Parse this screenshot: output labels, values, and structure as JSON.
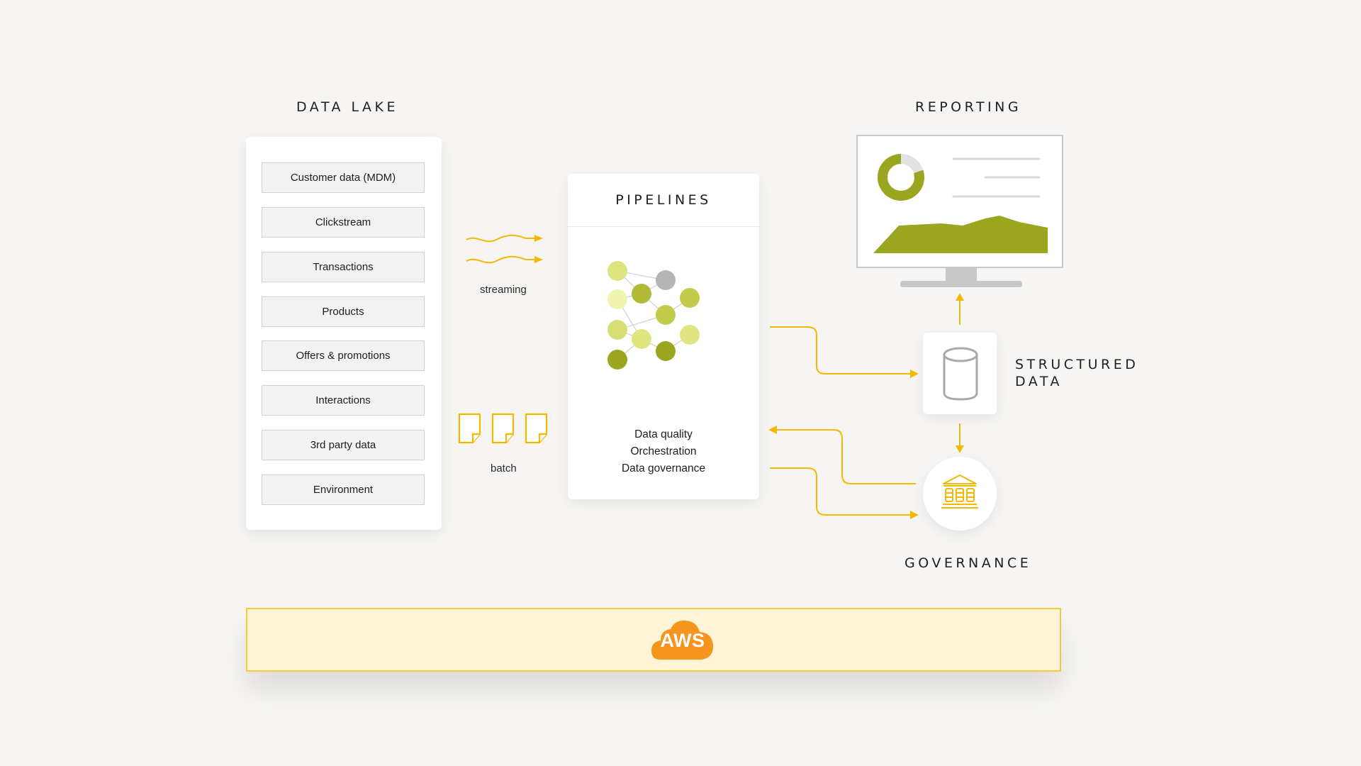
{
  "data_lake": {
    "title": "DATA LAKE",
    "items": [
      "Customer data (MDM)",
      "Clickstream",
      "Transactions",
      "Products",
      "Offers & promotions",
      "Interactions",
      "3rd party data",
      "Environment"
    ]
  },
  "ingestion": {
    "streaming_label": "streaming",
    "batch_label": "batch"
  },
  "pipelines": {
    "title": "PIPELINES",
    "features": [
      "Data quality",
      "Orchestration",
      "Data governance"
    ]
  },
  "reporting": {
    "title": "REPORTING"
  },
  "structured_data": {
    "title_line1": "STRUCTURED",
    "title_line2": "DATA"
  },
  "governance": {
    "title": "GOVERNANCE"
  },
  "platform": {
    "label": "AWS"
  },
  "colors": {
    "accent_yellow": "#f5b800",
    "olive": "#9aa620",
    "light_green": "#dfe68a",
    "gray_node": "#b8b8b8",
    "aws_orange": "#f7941d",
    "aws_band": "#fdf5d6"
  },
  "icons": [
    "wave-arrow-icon",
    "document-icon",
    "network-graph-icon",
    "database-cylinder-icon",
    "bank-building-icon",
    "cloud-icon",
    "monitor-icon",
    "donut-chart-icon",
    "area-chart-icon"
  ]
}
